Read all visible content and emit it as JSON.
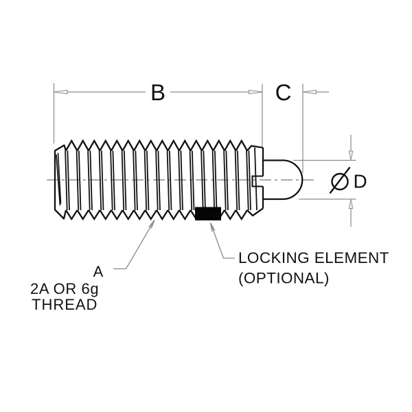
{
  "figure": {
    "background": "#ffffff",
    "part_color": "#111111",
    "dim_color": "#8a8a8a",
    "centerline_color": "#555555",
    "lock_fill": "#050505"
  },
  "dims": {
    "b": "B",
    "c": "C",
    "d_symbol": "Ø",
    "d": "D"
  },
  "callouts": {
    "a": "A",
    "thread_line1": "2A OR 6g",
    "thread_line2": "THREAD",
    "lock_line1": "LOCKING ELEMENT",
    "lock_line2": "(OPTIONAL)"
  }
}
